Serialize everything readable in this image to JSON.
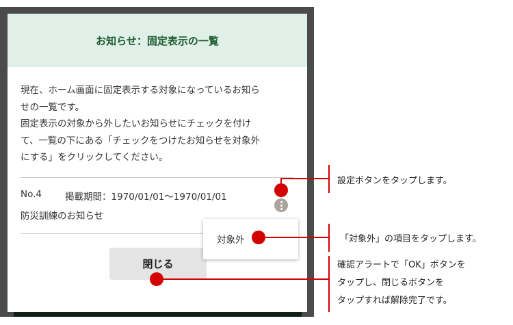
{
  "dialog": {
    "title": "お知らせ：固定表示の一覧",
    "description_lines": [
      "現在、ホーム画面に固定表示する対象になっているお知ら",
      "せの一覧です。",
      "固定表示の対象から外したいお知らせにチェックを付け",
      "て、一覧の下にある「チェックをつけたお知らせを対象外",
      "にする」をクリックしてください。"
    ],
    "item": {
      "number": "No.4",
      "period": "掲載期間：1970/01/01～1970/01/01",
      "title": "防災訓練のお知らせ"
    },
    "menu_item": "対象外",
    "close_label": "閉じる"
  },
  "annotations": {
    "step1": "設定ボタンをタップします。",
    "step2": "「対象外」の項目をタップします。",
    "step3_lines": [
      "確認アラートで「OK」ボタンを",
      "タップし、閉じるボタンを",
      "タップすれば解除完了です。"
    ]
  },
  "colors": {
    "accent": "#d40000",
    "header_bg": "#e0f0e8",
    "title": "#1e5a2c"
  }
}
